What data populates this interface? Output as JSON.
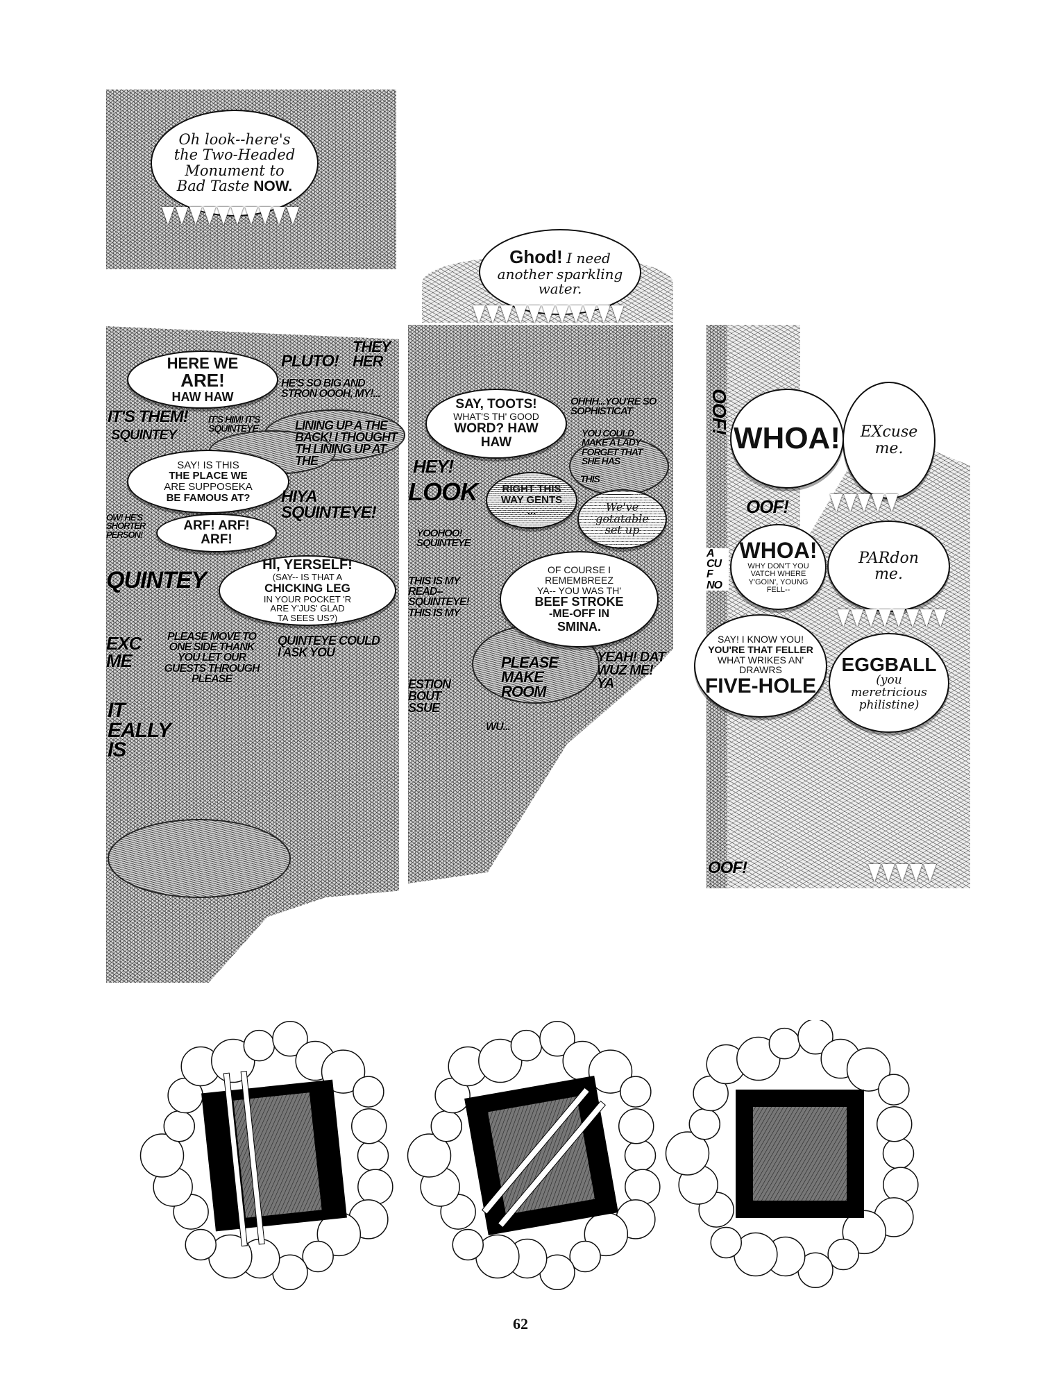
{
  "page_number": "62",
  "top_panels": {
    "left_bubble": [
      "Oh look--here's",
      "the Two-Headed",
      "Monument to",
      "Bad Taste",
      "NOW."
    ],
    "middle_bubble": [
      "Ghod!",
      "I need",
      "another sparkling",
      "water."
    ]
  },
  "column1": {
    "bubbles": {
      "here_we_are": [
        "HERE WE",
        "ARE!",
        "HAW HAW"
      ],
      "say_is_this": [
        "SAY! IS THIS",
        "THE PLACE WE",
        "ARE SUPPOSEKA",
        "BE FAMOUS AT?"
      ],
      "arf": [
        "ARF! ARF!",
        "ARF!"
      ],
      "hi_yerself": [
        "HI, YERSELF!",
        "(SAY-- IS THAT A",
        "CHICKING LEG",
        "IN YOUR POCKET 'R",
        "ARE Y'JUS' GLAD",
        "TA SEES US?)"
      ]
    },
    "background_text": [
      "PLUTO!",
      "THEY HER",
      "IT'S THEM!",
      "IT'S HIM! IT'S SQUINTEYE",
      "HE'S SO BIG AND STRON OOOH, MY!...",
      "SQUINTEY",
      "LINING UP A THE BACK! I THOUGHT TH LINING UP AT THE",
      "OW! HE'S SHORTER PERSON!",
      "HIYA SQUINTEYE!",
      "QUINTEY",
      "EXC ME",
      "PLEASE MOVE TO ONE SIDE THANK YOU LET OUR GUESTS THROUGH PLEASE",
      "QUINTEYE COULD I ASK YOU",
      "IT EALLY IS"
    ]
  },
  "column2": {
    "bubbles": {
      "say_toots": [
        "SAY, TOOTS!",
        "WHAT'S TH' GOOD",
        "WORD? HAW",
        "HAW"
      ],
      "right_this_way": [
        "RIGHT THIS",
        "WAY GENTS",
        "..."
      ],
      "weve_got_a_table": [
        "We've",
        "gotatable",
        "set up"
      ],
      "of_course": [
        "OF COURSE I",
        "REMEMBREEZ",
        "YA-- YOU WAS TH'",
        "BEEF STROKE",
        "-ME-OFF IN",
        "SMINA."
      ]
    },
    "background_text": [
      "Ohhh...YOU'RE SO SOPHISTICAT",
      "YOU COULD MAKE A LADY FORGET THAT SHE HAS",
      "HEY!",
      "THIS",
      "LOOK",
      "YOOHOO! SQUINTEYE",
      "THIS IS MY READ-- SQUINTEYE! THIS IS MY",
      "YEAH! DAT WUZ ME! YA",
      "PLEASE MAKE ROOM",
      "ESTION BOUT SSUE",
      "WU..."
    ]
  },
  "column3": {
    "bubbles": {
      "whoa1": [
        "WHOA!"
      ],
      "excuse_me": [
        "EXcuse",
        "me."
      ],
      "whoa2": [
        "WHOA!",
        "WHY DON'T YOU",
        "VATCH WHERE",
        "Y'GOIN', YOUNG",
        "FELL--"
      ],
      "pardon_me": [
        "PARdon",
        "me."
      ],
      "say_i_know_you": [
        "SAY! I KNOW YOU!",
        "YOU'RE THAT FELLER",
        "WHAT WRIKES AN'",
        "DRAWRS",
        "FIVE-HOLE"
      ],
      "eggball": [
        "EGGBALL",
        "(you",
        "meretricious",
        "philistine)"
      ]
    },
    "background_text": [
      "OOF!",
      "OOF!",
      "A CU F NO",
      "OOF!"
    ]
  },
  "bottom_panels": [
    "panel-1",
    "panel-2",
    "panel-3"
  ]
}
